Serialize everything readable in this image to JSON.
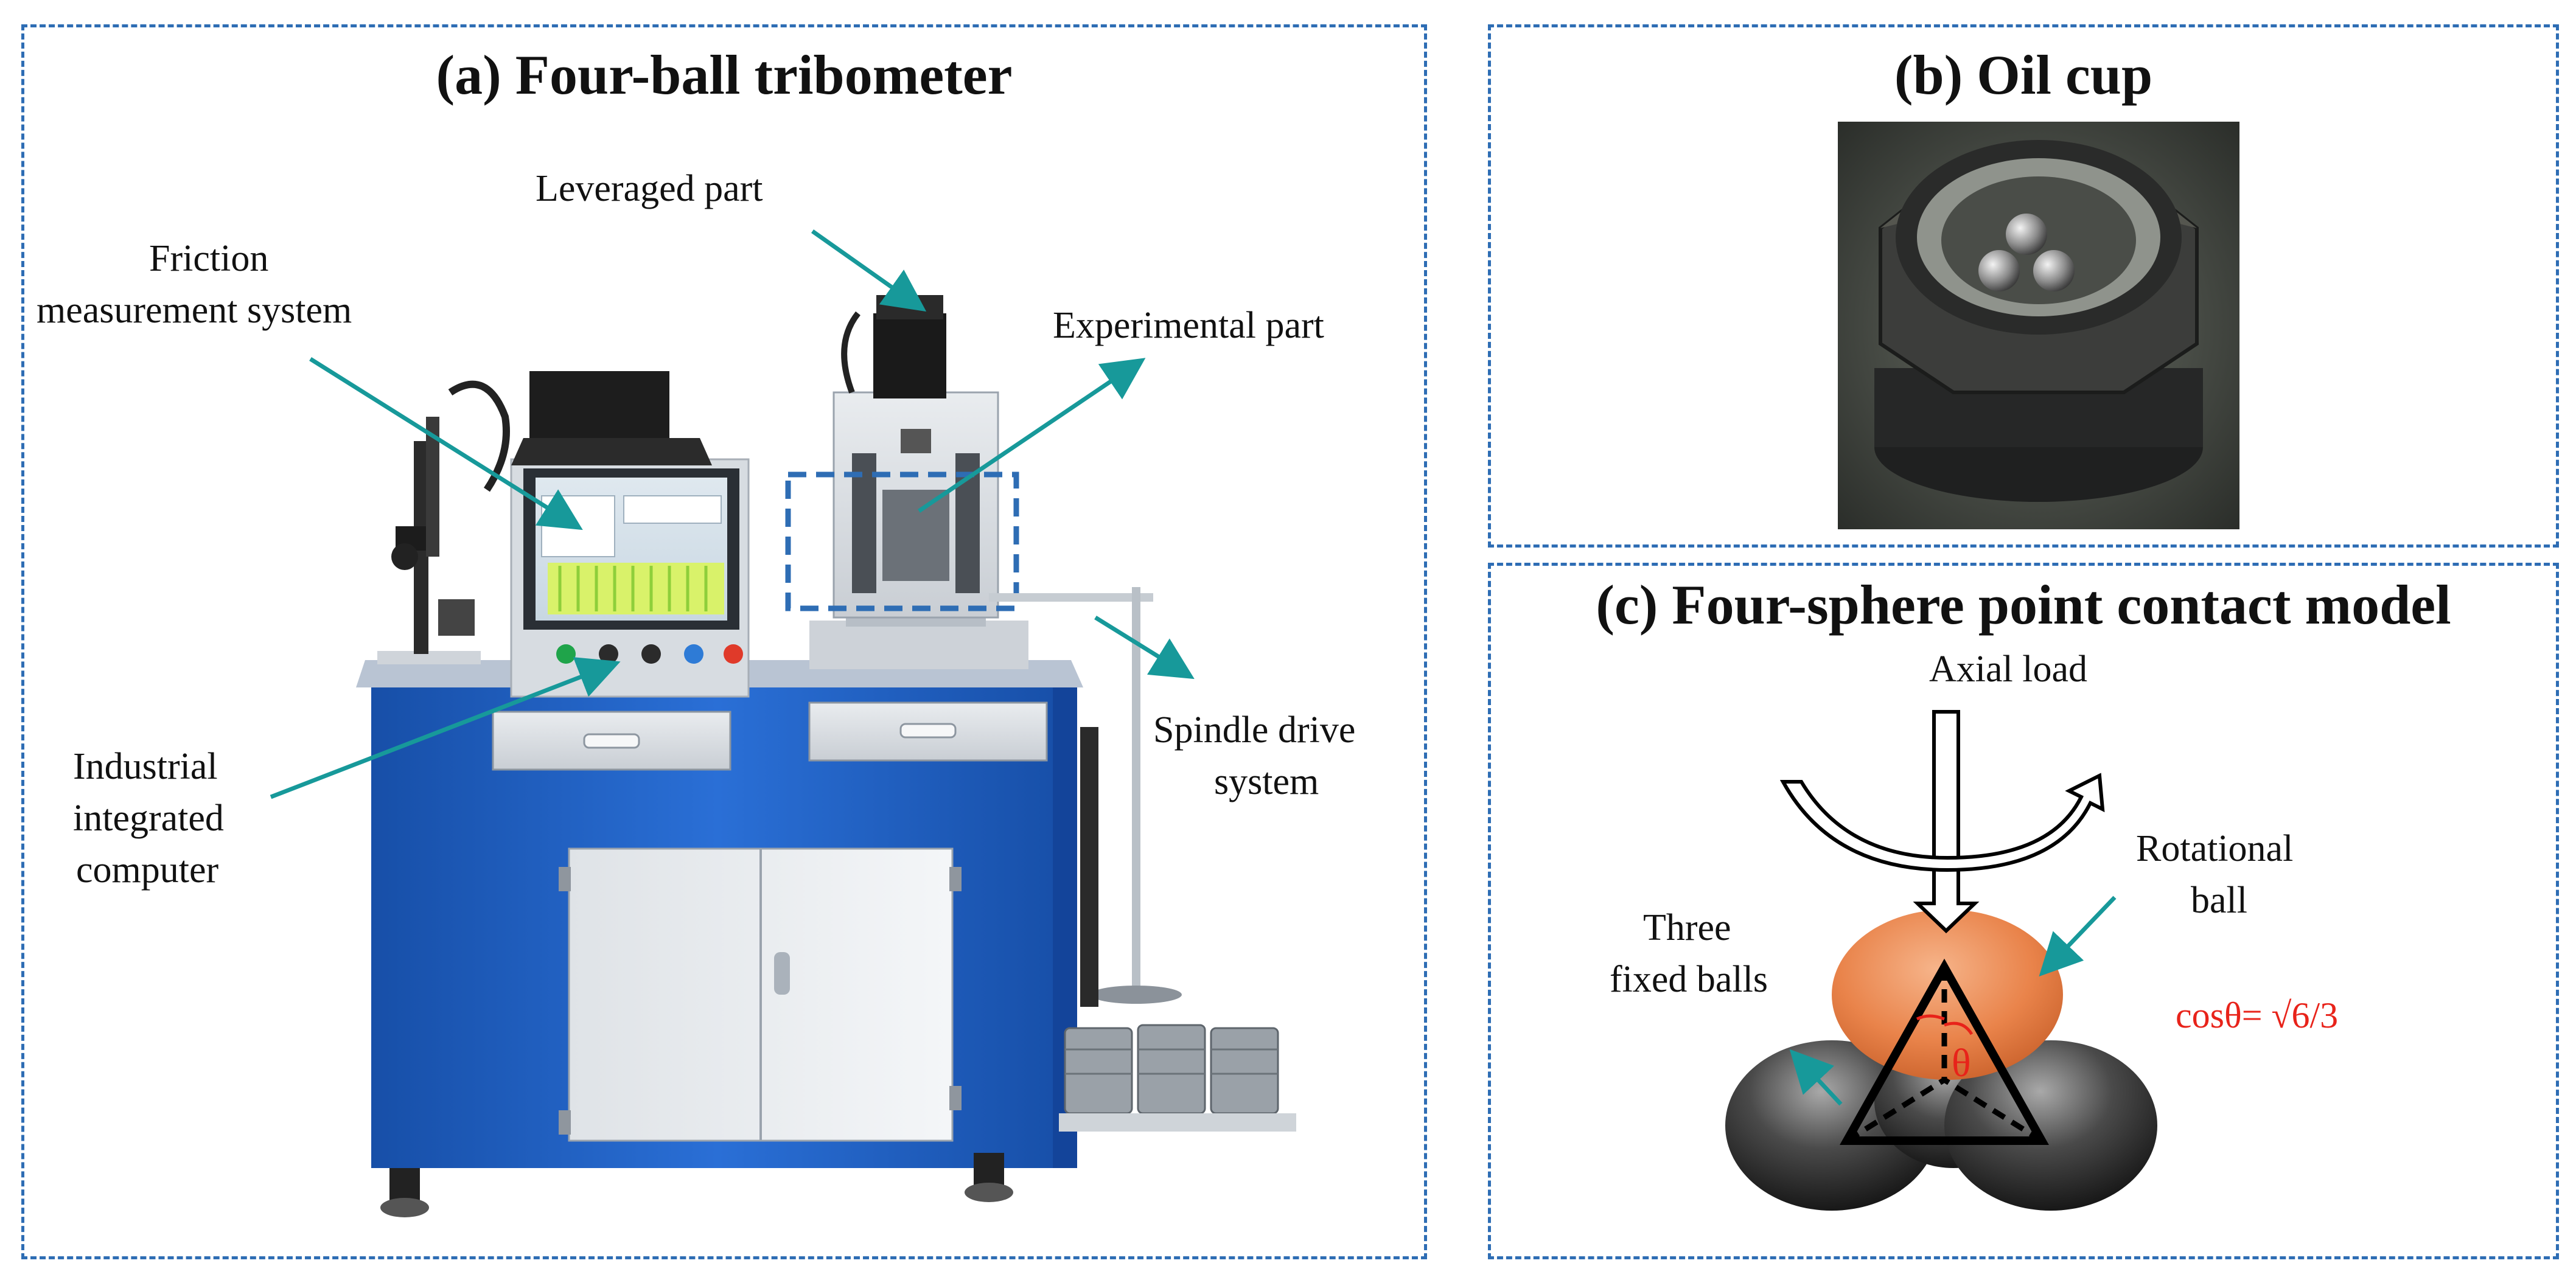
{
  "panel_a": {
    "title": "(a) Four-ball tribometer",
    "labels": {
      "leveraged": "Leveraged part",
      "friction_1": "Friction",
      "friction_2": "measurement system",
      "experimental": "Experimental part",
      "spindle_1": "Spindle drive",
      "spindle_2": "system",
      "computer_1": "Industrial",
      "computer_2": "integrated",
      "computer_3": "computer"
    }
  },
  "panel_b": {
    "title": "(b) Oil cup"
  },
  "panel_c": {
    "title": "(c) Four-sphere point contact model",
    "labels": {
      "axial": "Axial load",
      "rot_1": "Rotational",
      "rot_2": "ball",
      "fixed_1": "Three",
      "fixed_2": "fixed  balls",
      "theta": "θ",
      "formula": "cosθ= √6/3"
    }
  },
  "colors": {
    "frame_blue": "#2e6db4",
    "arrow_teal": "#17999a",
    "formula_red": "#e8231a",
    "cabinet_blue": "#1f5fbf",
    "orange_ball": "#e9834a"
  }
}
